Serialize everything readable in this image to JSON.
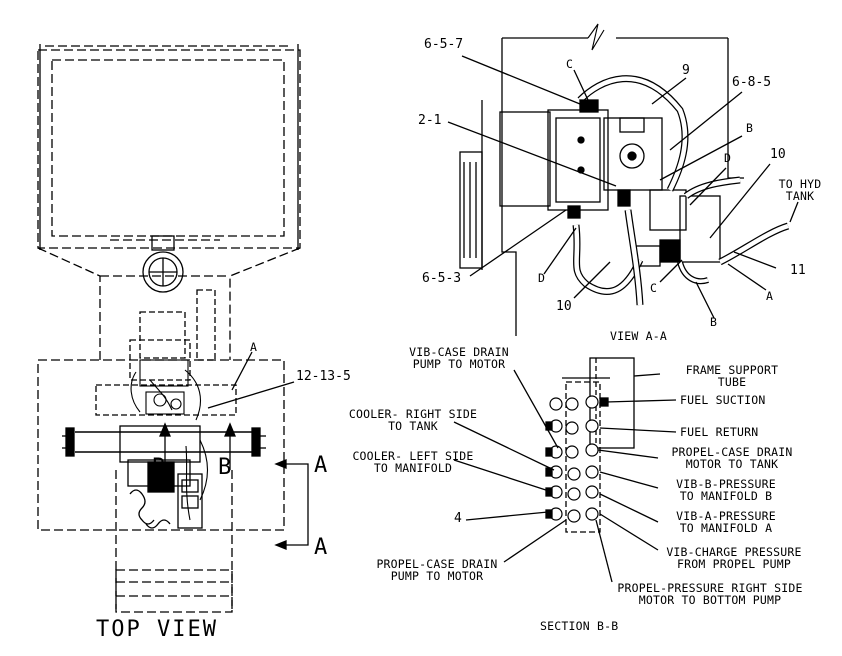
{
  "titles": {
    "top_view": "TOP VIEW",
    "view_aa": "VIEW A-A",
    "section_bb": "SECTION B-B"
  },
  "callouts": {
    "c_6_5_7": "6-5-7",
    "c_9": "9",
    "c_6_8_5": "6-8-5",
    "c_2_1": "2-1",
    "c_C_top": "C",
    "c_B_top": "B",
    "c_D_right": "D",
    "c_10_right": "10",
    "c_to_hyd_tank_1": "TO HYD",
    "c_to_hyd_tank_2": "TANK",
    "c_11": "11",
    "c_6_5_3": "6-5-3",
    "c_D_left": "D",
    "c_10_bottom": "10",
    "c_C_bottom": "C",
    "c_A_right": "A",
    "c_B_bottom": "B",
    "c_12_13_5": "12-13-5",
    "c_A_top": "A",
    "c_A_section_1": "A",
    "c_A_section_2": "A",
    "c_B_left": "B",
    "c_B_right": "B",
    "c_4": "4"
  },
  "section_labels": {
    "vib_case_drain_1": "VIB-CASE DRAIN",
    "vib_case_drain_2": "PUMP TO MOTOR",
    "frame_support_1": "FRAME SUPPORT",
    "frame_support_2": "TUBE",
    "fuel_suction": "FUEL SUCTION",
    "cooler_right_1": "COOLER- RIGHT SIDE",
    "cooler_right_2": "TO TANK",
    "fuel_return": "FUEL RETURN",
    "cooler_left_1": "COOLER- LEFT SIDE",
    "cooler_left_2": "TO MANIFOLD",
    "propel_case_motor_1": "PROPEL-CASE DRAIN",
    "propel_case_motor_2": "MOTOR TO TANK",
    "vib_b_1": "VIB-B-PRESSURE",
    "vib_b_2": "TO MANIFOLD B",
    "vib_a_1": "VIB-A-PRESSURE",
    "vib_a_2": "TO MANIFOLD A",
    "vib_charge_1": "VIB-CHARGE PRESSURE",
    "vib_charge_2": "FROM PROPEL PUMP",
    "propel_case_pump_1": "PROPEL-CASE DRAIN",
    "propel_case_pump_2": "PUMP TO MOTOR",
    "propel_pressure_1": "PROPEL-PRESSURE RIGHT SIDE",
    "propel_pressure_2": "MOTOR TO BOTTOM PUMP"
  }
}
